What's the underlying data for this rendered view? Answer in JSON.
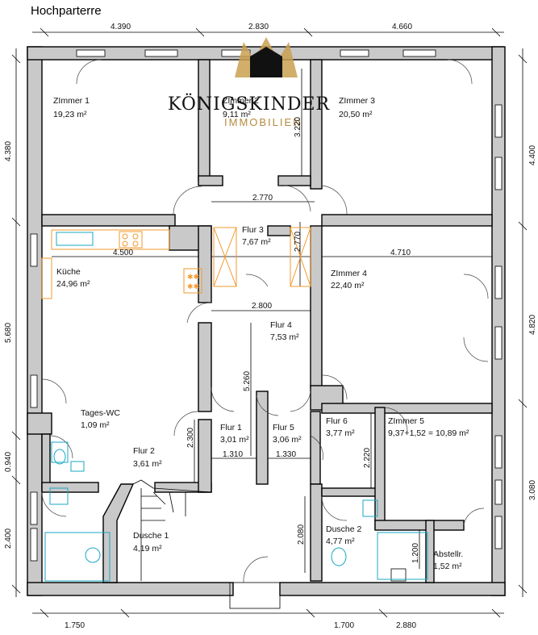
{
  "title": "Hochparterre",
  "logo": {
    "name": "KÖNIGSKINDER",
    "sub": "IMMOBILIEN",
    "color_gold": "#c9a050"
  },
  "rooms": {
    "zimmer1": {
      "name": "ZImmer 1",
      "area": "19,23 m²"
    },
    "zimmer2": {
      "name": "ZImmer 2",
      "area": "9,11 m²"
    },
    "zimmer3": {
      "name": "ZImmer 3",
      "area": "20,50 m²"
    },
    "flur3": {
      "name": "Flur 3",
      "area": "7,67 m²"
    },
    "kueche": {
      "name": "Küche",
      "area": "24,96 m²"
    },
    "zimmer4": {
      "name": "ZImmer 4",
      "area": "22,40 m²"
    },
    "flur4": {
      "name": "Flur 4",
      "area": "7,53 m²"
    },
    "tageswc": {
      "name": "Tages-WC",
      "area": "1,09 m²"
    },
    "flur1": {
      "name": "Flur 1",
      "area": "3,01 m²"
    },
    "flur5": {
      "name": "Flur 5",
      "area": "3,06 m²"
    },
    "flur6": {
      "name": "Flur 6",
      "area": "3,77 m²"
    },
    "zimmer5": {
      "name": "ZImmer 5",
      "area": "9,37+1,52 = 10,89 m²"
    },
    "flur2": {
      "name": "Flur 2",
      "area": "3,61 m²"
    },
    "dusche1": {
      "name": "Dusche 1",
      "area": "4,19 m²"
    },
    "dusche2": {
      "name": "Dusche 2",
      "area": "4,77 m²"
    },
    "abstell": {
      "name": "Abstellr.",
      "area": "1,52 m²"
    }
  },
  "dims": {
    "top1": "4.390",
    "top2": "2.830",
    "top3": "4.660",
    "left1": "4.380",
    "left2": "5.680",
    "left3": "0.940",
    "left4": "2.400",
    "right1": "4.400",
    "right2": "4.820",
    "right3": "3.080",
    "bottom1": "1.750",
    "bottom2": "1.700",
    "bottom3": "2.880",
    "in_3220": "3.220",
    "in_2770a": "2.770",
    "in_2770b": "2.770",
    "in_4500": "4.500",
    "in_4710": "4.710",
    "in_2800": "2.800",
    "in_5260": "5.260",
    "in_2300": "2.300",
    "in_1310": "1.310",
    "in_1330": "1.330",
    "in_2220": "2.220",
    "in_2080": "2.080",
    "in_1200": "1.200"
  }
}
